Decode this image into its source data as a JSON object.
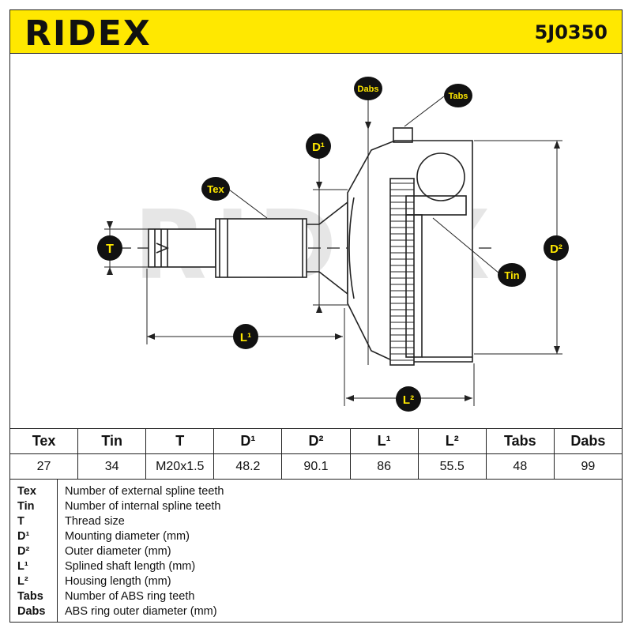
{
  "header": {
    "brand": "RIDEX",
    "part_number": "5J0350",
    "brand_color": "#ffe800"
  },
  "watermark": "RIDEX",
  "labels": {
    "dabs": "Dabs",
    "tabs": "Tabs",
    "d1": "D¹",
    "d2": "D²",
    "tex": "Tex",
    "t": "T",
    "tin": "Tin",
    "l1": "L¹",
    "l2": "L²"
  },
  "table": {
    "headers": [
      "Tex",
      "Tin",
      "T",
      "D¹",
      "D²",
      "L¹",
      "L²",
      "Tabs",
      "Dabs"
    ],
    "values": [
      "27",
      "34",
      "M20x1.5",
      "48.2",
      "90.1",
      "86",
      "55.5",
      "48",
      "99"
    ]
  },
  "legend": [
    {
      "abbr": "Tex",
      "desc": "Number of external spline teeth"
    },
    {
      "abbr": "Tin",
      "desc": "Number of internal spline teeth"
    },
    {
      "abbr": "T",
      "desc": "Thread size"
    },
    {
      "abbr": "D¹",
      "desc": "Mounting diameter (mm)"
    },
    {
      "abbr": "D²",
      "desc": "Outer diameter (mm)"
    },
    {
      "abbr": "L¹",
      "desc": "Splined shaft length (mm)"
    },
    {
      "abbr": "L²",
      "desc": "Housing length (mm)"
    },
    {
      "abbr": "Tabs",
      "desc": "Number of ABS ring teeth"
    },
    {
      "abbr": "Dabs",
      "desc": "ABS ring outer diameter (mm)"
    }
  ]
}
